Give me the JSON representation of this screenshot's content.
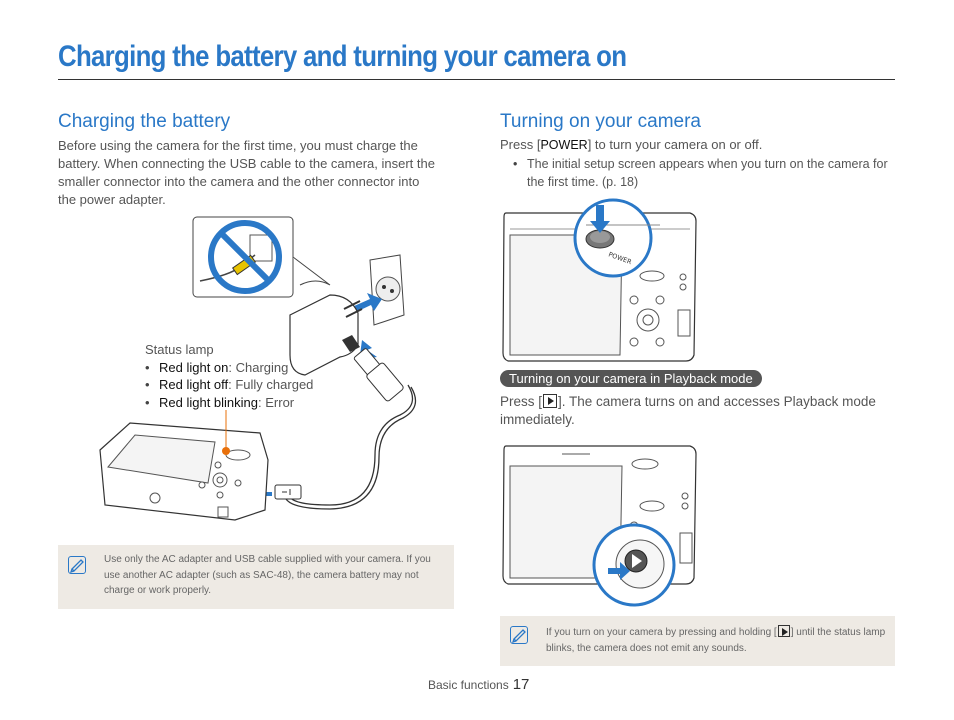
{
  "page_title": "Charging the battery and turning your camera on",
  "left": {
    "heading": "Charging the battery",
    "paragraph": "Before using the camera for the first time, you must charge the battery. When connecting the USB cable to the camera, insert the smaller connector into the camera and the other connector into the power adapter.",
    "status_label": "Status lamp",
    "status_items": [
      {
        "key": "Red light on",
        "value": ": Charging"
      },
      {
        "key": "Red light off",
        "value": ": Fully charged"
      },
      {
        "key": "Red light blinking",
        "value": ": Error"
      }
    ],
    "note": "Use only the AC adapter and USB cable supplied with your camera. If you use another AC adapter (such as SAC-48), the camera battery may not charge or work properly."
  },
  "right": {
    "heading": "Turning on your camera",
    "press_prefix": "Press [",
    "press_key": "POWER",
    "press_suffix": "] to turn your camera on or off.",
    "bullet": "The initial setup screen appears when you turn on the camera for the first time. (p. 18)",
    "power_label": "POWER",
    "pill": "Turning on your camera in Playback mode",
    "play_prefix": "Press [",
    "play_suffix": "]. The camera turns on and accesses Playback mode immediately.",
    "note_prefix": "If you turn on your camera by pressing and holding [",
    "note_suffix": "] until the status lamp blinks, the camera does not emit any sounds."
  },
  "footer": {
    "section": "Basic functions",
    "page": "17"
  },
  "colors": {
    "accent": "#2a78c7",
    "note_bg": "#eeeae4",
    "arrow": "#2a78c7",
    "lamp": "#e8700a"
  }
}
